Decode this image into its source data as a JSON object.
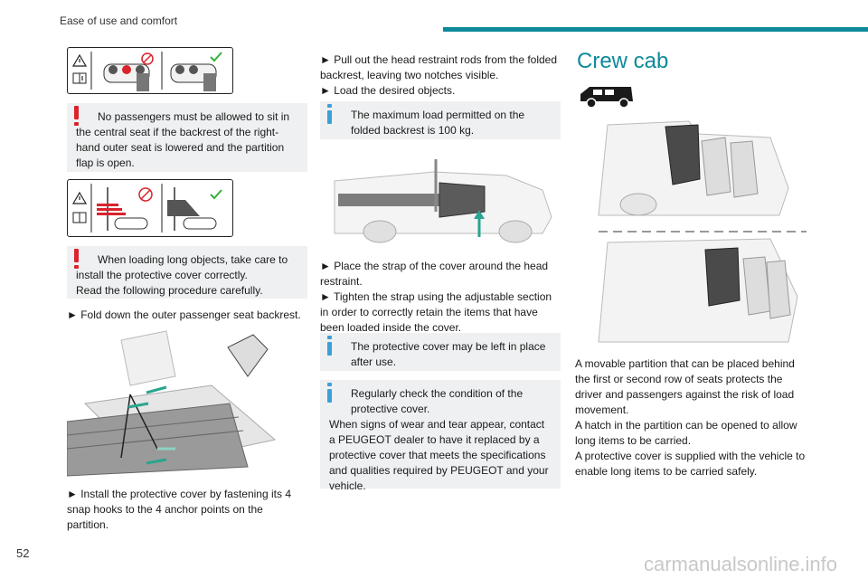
{
  "header": {
    "section": "Ease of use and comfort",
    "accent": "#0d8a9a"
  },
  "page_number": "52",
  "watermark": "carmanualsonline.info",
  "col1": {
    "warning1": "No passengers must be allowed to sit in the central seat if the backrest of the right-hand outer seat is lowered and the partition flap is open.",
    "warning2_a": "When loading long objects, take care to install the protective cover correctly.",
    "warning2_b": "Read the following procedure carefully.",
    "step1": "► Fold down the outer passenger seat backrest.",
    "step2": "► Install the protective cover by fastening its 4 snap hooks to the 4 anchor points on the partition."
  },
  "col2": {
    "step3": "► Pull out the head restraint rods from the folded backrest, leaving two notches visible.",
    "step4": "► Load the desired objects.",
    "info1": "The maximum load permitted on the folded backrest is 100 kg.",
    "step5": "► Place the strap of the cover around the head restraint.",
    "step6": "► Tighten the strap using the adjustable section in order to correctly retain the items that have been loaded inside the cover.",
    "info2": "The protective cover may be left in place after use.",
    "info3_a": "Regularly check the condition of the protective cover.",
    "info3_b": "When signs of wear and tear appear, contact a PEUGEOT dealer to have it replaced by a protective cover that meets the specifications and qualities required by PEUGEOT and your vehicle."
  },
  "col3": {
    "title": "Crew cab",
    "para1": "A movable partition that can be placed behind the first or second row of seats protects the driver and passengers against the risk of load movement.",
    "para2": "A hatch in the partition can be opened to allow long items to be carried.",
    "para3": "A protective cover is supplied with the vehicle to enable long items to be carried safely."
  },
  "colors": {
    "warning": "#d9232d",
    "info": "#3aa0d8",
    "note_bg": "#eef0f1",
    "arrow": "#2aa58f"
  }
}
